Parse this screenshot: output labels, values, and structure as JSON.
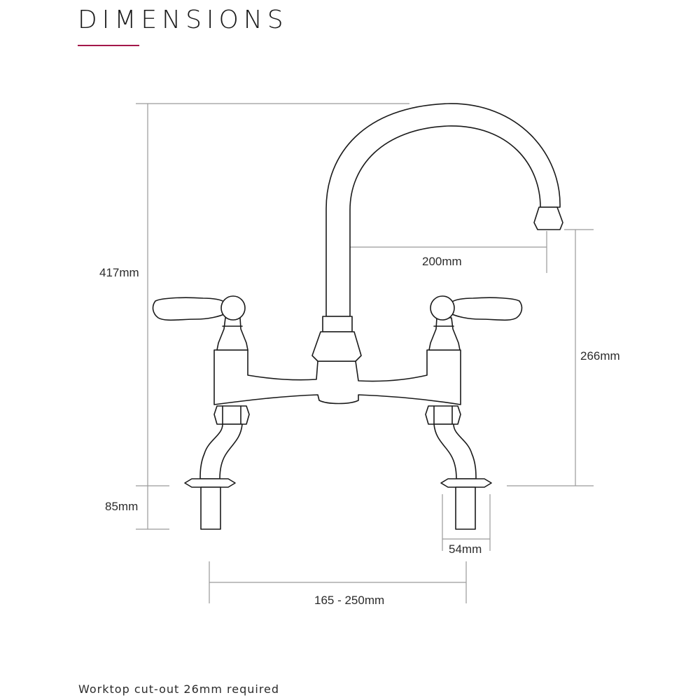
{
  "header": {
    "title": "DIMENSIONS",
    "accent_color": "#a3174a"
  },
  "diagram": {
    "subject": "bridge-mixer-tap",
    "dimensions": {
      "overall_height": "417mm",
      "spout_reach": "200mm",
      "spout_height": "266mm",
      "shank_height": "85mm",
      "shank_width": "54mm",
      "centres": "165 - 250mm"
    },
    "line_color": "#1a1a1a",
    "dimension_line_color": "#9a9a9a"
  },
  "footer": {
    "note": "Worktop cut-out 26mm required"
  }
}
